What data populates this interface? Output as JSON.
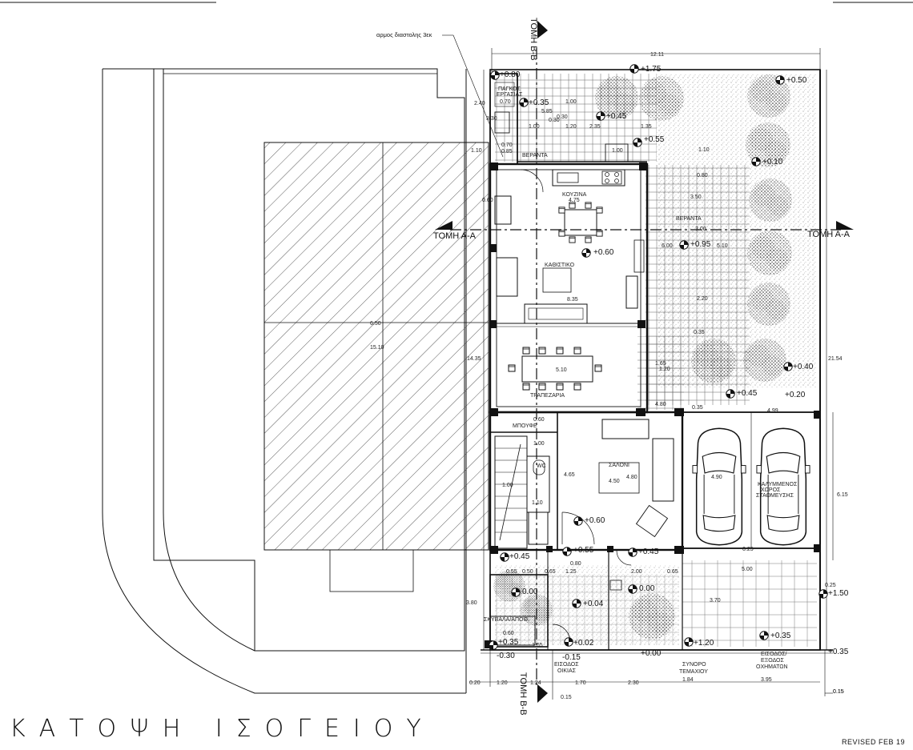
{
  "sheet": {
    "title": "ΚΑΤΟΨΗ ΙΣΟΓΕΙΟΥ",
    "revision": "REVISED FEB 19"
  },
  "sections": {
    "aa_left": "ΤΟΜΗ Α-Α",
    "aa_right": "ΤΟΜΗ Α-Α",
    "bb_top": "ΤΟΜΗ Β-Β",
    "bb_bottom": "ΤΟΜΗ Β-Β"
  },
  "notes": {
    "expansion_joint": "αρμος διαστολης 3εκ"
  },
  "rooms": {
    "store": [
      "ΠΑΓΚΟΣ",
      "ΕΡΓΑΣΙΑΣ"
    ],
    "veranda_top": "ΒΕΡΑΝΤΑ",
    "kitchen": "ΚΟΥΖΙΝΑ",
    "living": "ΚΑΘΙΣΤΙΚΟ",
    "veranda_right": "ΒΕΡΑΝΤΑ",
    "dining": "ΤΡΑΠΕΖΑΡΙΑ",
    "salon": "ΣΑΛΟΝΙ",
    "bathroom": "ΜΠΟΥΦΕ",
    "wc": "WC",
    "parking": [
      "ΚΑΛΥΜΜΕΝΟΣ",
      "ΧΩΡΟΣ",
      "ΣΤΑΘΜΕΥΣΗΣ"
    ],
    "garden_store": "ΣΚΥΒΑΛΑ/ΑΠΟΘ.",
    "house_entrance": [
      "ΕΙΣΟΔΟΣ",
      "ΟΙΚΙΑΣ"
    ],
    "plot_boundary": [
      "ΣΥΝΟΡΟ",
      "ΤΕΜΑΧΙΟΥ"
    ],
    "vehicle_entrance": [
      "ΕΙΣΟΔΟΣ/",
      "ΕΞΟΔΟΣ",
      "ΟΧΗΜΑΤΩΝ"
    ]
  },
  "levels": {
    "l1": "+1.75",
    "l2": "+0.80",
    "l3": "+0.50",
    "l4": "+0.35",
    "l5": "+0.45",
    "l6": "+0.55",
    "l7": "+0.10",
    "l8": "+0.60",
    "l9": "+0.95",
    "l10": "+0.40",
    "l11": "+0.45",
    "l12": "+0.20",
    "l13": "+0.60",
    "l14": "+0.45",
    "l15": "+0.55",
    "l16": "+0.45",
    "l17": "0.00",
    "l18": "+0.04",
    "l19": "0.00",
    "l20": "+0.35",
    "l21": "+1.50",
    "l22": "-0.30",
    "l23": "-0.15",
    "l24": "+0.00",
    "l25": "+0.02",
    "l26": "+1.20",
    "l27": "+0.35",
    "l28": "+0.35"
  },
  "dims": {
    "d_top_total": "12.11",
    "d_plot_width": "6.50",
    "d_plot_depth": "15.10",
    "d_left_total": "14.35",
    "d_right_total": "21.54",
    "d_kitchen": "4.75",
    "d_living": "8.35",
    "d_dining": "5.10",
    "d_salon_w": "4.50",
    "d_salon_h": "4.80",
    "d_salon_l": "4.65",
    "d_garage_depth": "6.15",
    "d_garage_w": "4.90",
    "d_garage_a": "4.99",
    "d_garage_b": "5.00",
    "d_front": "3.70",
    "d_left_front": "3.80",
    "d_vd1": "2.40",
    "d_vd2": "3.30",
    "d_vd3": "1.10",
    "d_vd4": "0.60",
    "d_store": "0.70",
    "d_store2": "0.70",
    "d_store3": "0.85",
    "d_s1": "5.85",
    "d_s2": "0.30",
    "d_s3": "1.00",
    "d_s4": "0.30",
    "d_s5": "1.00",
    "d_s6": "1.20",
    "d_s7": "2.35",
    "d_s8": "1.35",
    "d_s9": "1.10",
    "d_s10": "1.00",
    "d_s11": "0.80",
    "d_s12": "3.50",
    "d_s13": "3.00",
    "d_s14": "6.00",
    "d_s15": "5.10",
    "d_s16": "2.20",
    "d_s17": "0.35",
    "d_s18": "1.65",
    "d_s19": "1.20",
    "d_s20": "4.80",
    "d_s21": "0.35",
    "d_s22": "0.60",
    "d_s23": "1.00",
    "d_s24": "1.00",
    "d_s25": "1.10",
    "d_s26": "0.80",
    "d_s27": "0.55",
    "d_s28": "0.50",
    "d_s29": "0.65",
    "d_s30": "1.25",
    "d_s31": "0.80",
    "d_s32": "2.00",
    "d_s33": "0.65",
    "d_s34": "0.25",
    "d_s35": "0.25",
    "d_s36": "0.60",
    "d_s37": "1.65",
    "d_s38": "0.15",
    "d_b1": "0.20",
    "d_b2": "1.20",
    "d_b3": "1.24",
    "d_b4": "1.70",
    "d_b5": "2.30",
    "d_b6": "1.84",
    "d_b7": "3.95",
    "d_b8": "0.15",
    "d_b9": "0.15"
  }
}
